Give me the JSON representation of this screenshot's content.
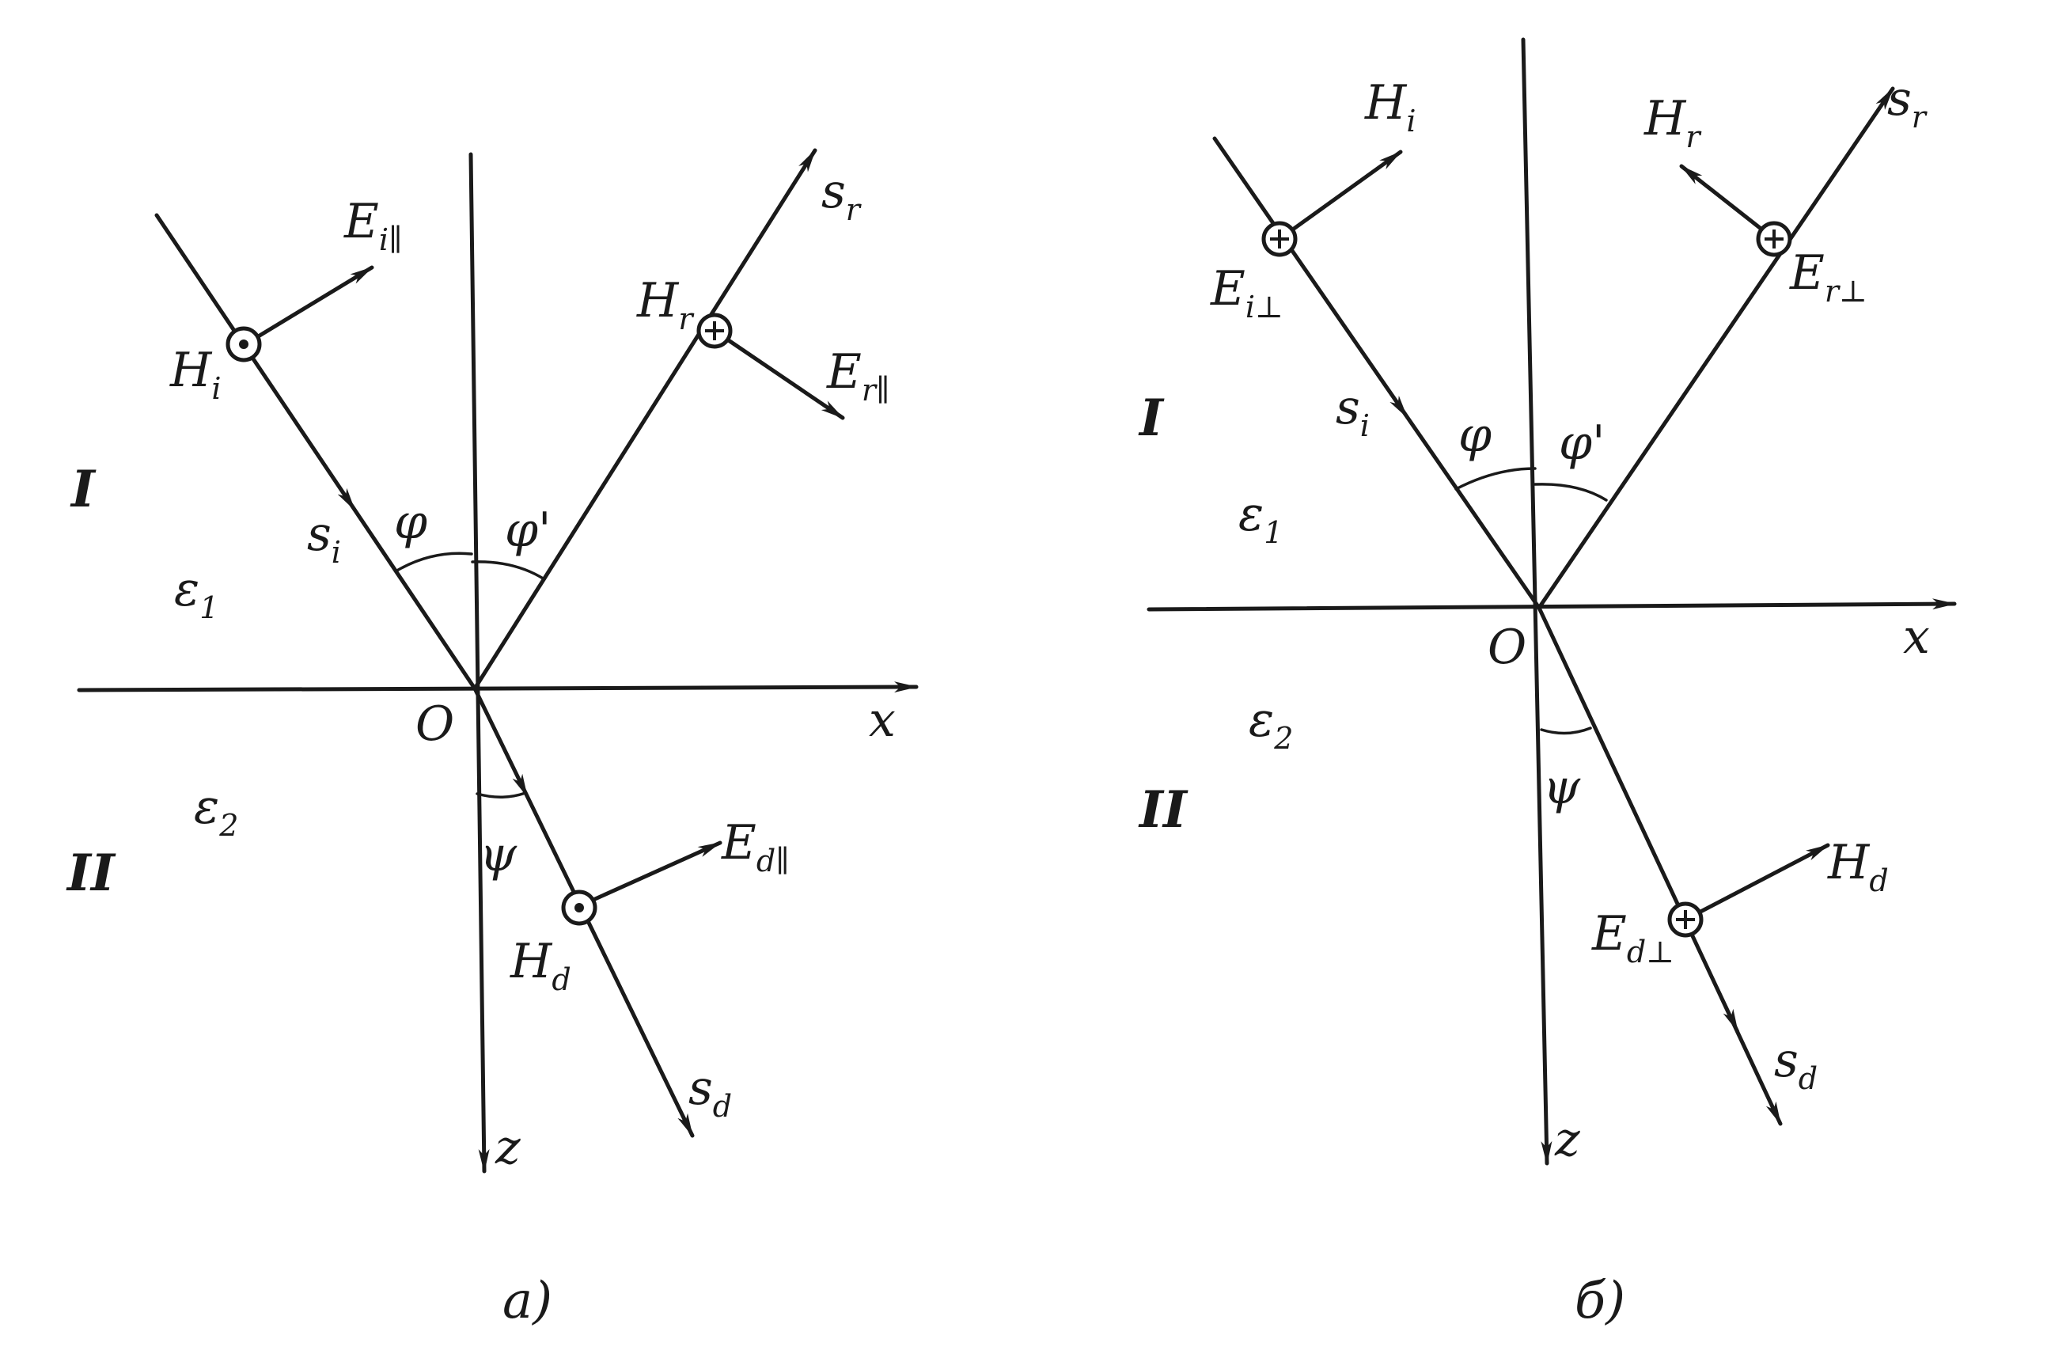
{
  "panel_a": {
    "caption": "а)",
    "axis_x": "x",
    "axis_z": "z",
    "origin": "O",
    "region_1": "I",
    "region_2": "II",
    "eps_1": "ε",
    "eps_1_sub": "1",
    "eps_2": "ε",
    "eps_2_sub": "2",
    "angle_phi": "φ",
    "angle_phi_prime": "φ'",
    "angle_psi": "ψ",
    "s_i": "s",
    "s_i_sub": "i",
    "s_r": "s",
    "s_r_sub": "r",
    "s_d": "s",
    "s_d_sub": "d",
    "H_i": "H",
    "H_i_sub": "i",
    "H_r": "H",
    "H_r_sub": "r",
    "H_d": "H",
    "H_d_sub": "d",
    "E_i": "E",
    "E_i_sub": "i∥",
    "E_r": "E",
    "E_r_sub": "r∥",
    "E_d": "E",
    "E_d_sub": "d∥"
  },
  "panel_b": {
    "caption": "б)",
    "axis_x": "x",
    "axis_z": "z",
    "origin": "O",
    "region_1": "I",
    "region_2": "II",
    "eps_1": "ε",
    "eps_1_sub": "1",
    "eps_2": "ε",
    "eps_2_sub": "2",
    "angle_phi": "φ",
    "angle_phi_prime": "φ'",
    "angle_psi": "ψ",
    "s_i": "s",
    "s_i_sub": "i",
    "s_r": "s",
    "s_r_sub": "r",
    "s_d": "s",
    "s_d_sub": "d",
    "H_i": "H",
    "H_i_sub": "i",
    "H_r": "H",
    "H_r_sub": "r",
    "H_d": "H",
    "H_d_sub": "d",
    "E_i": "E",
    "E_i_sub": "i⊥",
    "E_r": "E",
    "E_r_sub": "r⊥",
    "E_d": "E",
    "E_d_sub": "d⊥"
  }
}
